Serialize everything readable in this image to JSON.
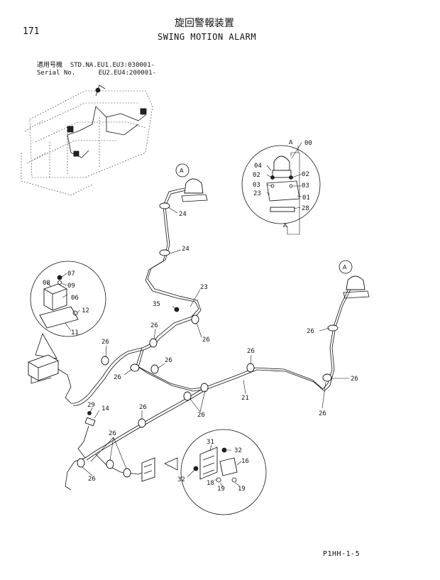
{
  "header": {
    "page_number": "171",
    "title_jp": "旋回警報装置",
    "title_en": "SWING MOTION ALARM",
    "serial_line1": "適用号機  STD.NA.EU1.EU3:030001-",
    "serial_line2": "Serial No.      EU2.EU4:200001-"
  },
  "footer": {
    "code": "P1HH-1-5"
  },
  "callouts": {
    "a_top": "A",
    "a_right": "A",
    "a_box_top": "A",
    "a_box_bottom": "A"
  },
  "labels": {
    "p00": "00",
    "p01": "01",
    "p02a": "02",
    "p02b": "02",
    "p03a": "03",
    "p03b": "03",
    "p04": "04",
    "p06": "06",
    "p07": "07",
    "p08": "08",
    "p09": "09",
    "p11": "11",
    "p12": "12",
    "p14": "14",
    "p16": "16",
    "p18": "18",
    "p19a": "19",
    "p19b": "19",
    "p21": "21",
    "p23a": "23",
    "p23b": "23",
    "p24a": "24",
    "p24b": "24",
    "p26a": "26",
    "p26b": "26",
    "p26c": "26",
    "p26d": "26",
    "p26e": "26",
    "p26f": "26",
    "p26g": "26",
    "p26h": "26",
    "p26i": "26",
    "p26j": "26",
    "p26k": "26",
    "p26l": "26",
    "p28": "28",
    "p29": "29",
    "p31": "31",
    "p32a": "32",
    "p32b": "32",
    "p35": "35"
  }
}
